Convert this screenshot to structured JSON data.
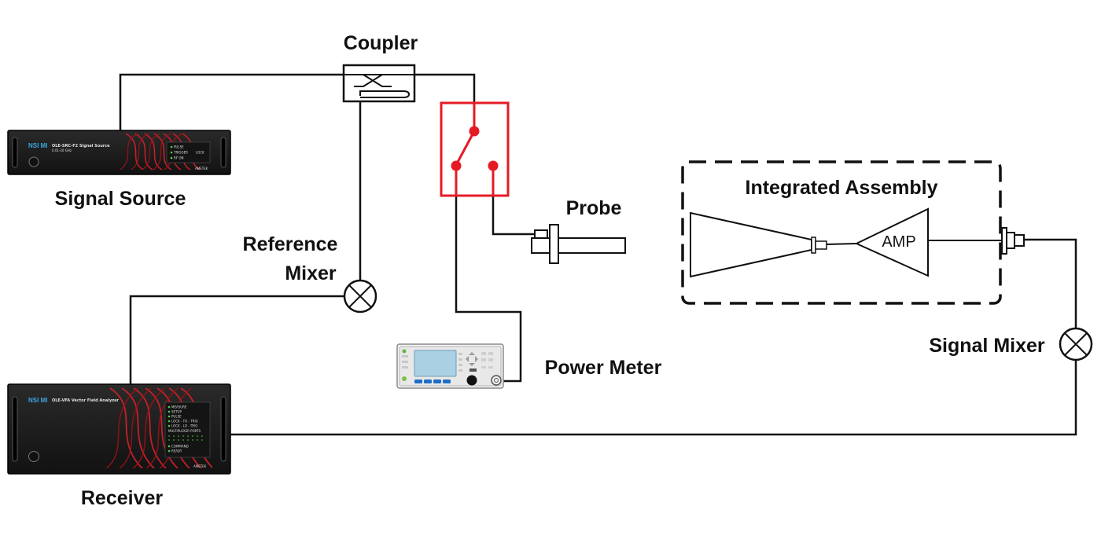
{
  "labels": {
    "coupler": "Coupler",
    "signal_source": "Signal Source",
    "reference_mixer_line1": "Reference",
    "reference_mixer_line2": "Mixer",
    "probe": "Probe",
    "integrated_assembly": "Integrated Assembly",
    "amp": "AMP",
    "power_meter": "Power Meter",
    "signal_mixer": "Signal Mixer",
    "receiver": "Receiver"
  },
  "devices": {
    "signal_source": {
      "logo": "NSI MI",
      "model": "OLE-SRC-F2 Signal Source",
      "range": "0.01-20 GHz",
      "indicators": [
        "PULSE",
        "TRIGGER",
        "RF ON"
      ],
      "lock": "LOCK",
      "brand": "AMETEK"
    },
    "receiver": {
      "logo": "NSI MI",
      "model": "OLE-VFA Vector Field Analyzer",
      "indicators": [
        "MEASURE",
        "SETUP",
        "PULSE",
        "LOCK - TO - TRIG",
        "LOCK - LO - TRIG"
      ],
      "ports_label": "MULTIPLEXER PORTS",
      "status": [
        "COMMAND",
        "READY"
      ],
      "brand": "AMETEK"
    }
  },
  "colors": {
    "switch": "#e51b24",
    "wire": "#111111",
    "rack_panel": "#1c1c1c",
    "power_meter_screen": "#aad0e4",
    "power_meter_buttons": "#1e6ec8"
  }
}
